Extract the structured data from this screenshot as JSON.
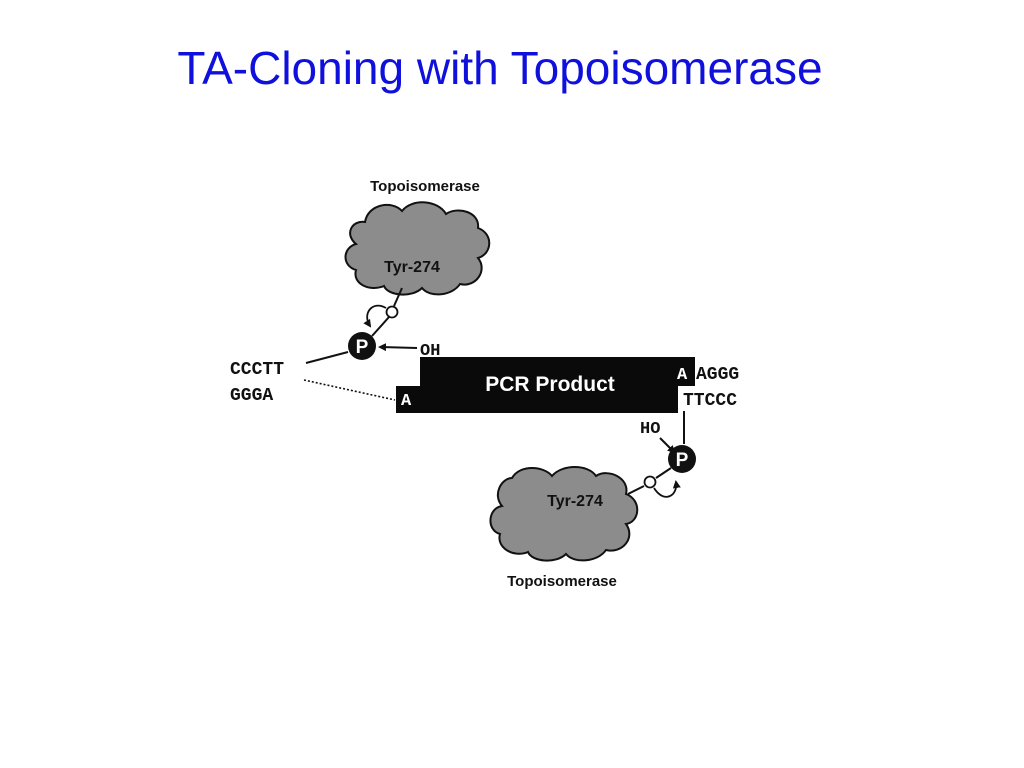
{
  "title": "TA-Cloning with Topoisomerase",
  "top_enzyme": {
    "label": "Topoisomerase",
    "residue": "Tyr-274"
  },
  "bottom_enzyme": {
    "label": "Topoisomerase",
    "residue": "Tyr-274"
  },
  "vector_left": {
    "top_strand": "CCCTT",
    "bottom_strand": "GGGA",
    "phosphate": "P",
    "oxygen": "O"
  },
  "vector_right": {
    "top_strand": "AGGG",
    "bottom_strand": "TTCCC",
    "phosphate": "P",
    "oxygen": "O"
  },
  "insert": {
    "label": "PCR Product",
    "left_overhang": "A",
    "right_overhang": "A",
    "left_hydroxyl": "OH",
    "right_hydroxyl": "HO"
  },
  "colors": {
    "title": "#1010dd",
    "enzyme_fill": "#8c8c8c",
    "insert_fill": "#0a0a0a",
    "ink": "#111111"
  }
}
